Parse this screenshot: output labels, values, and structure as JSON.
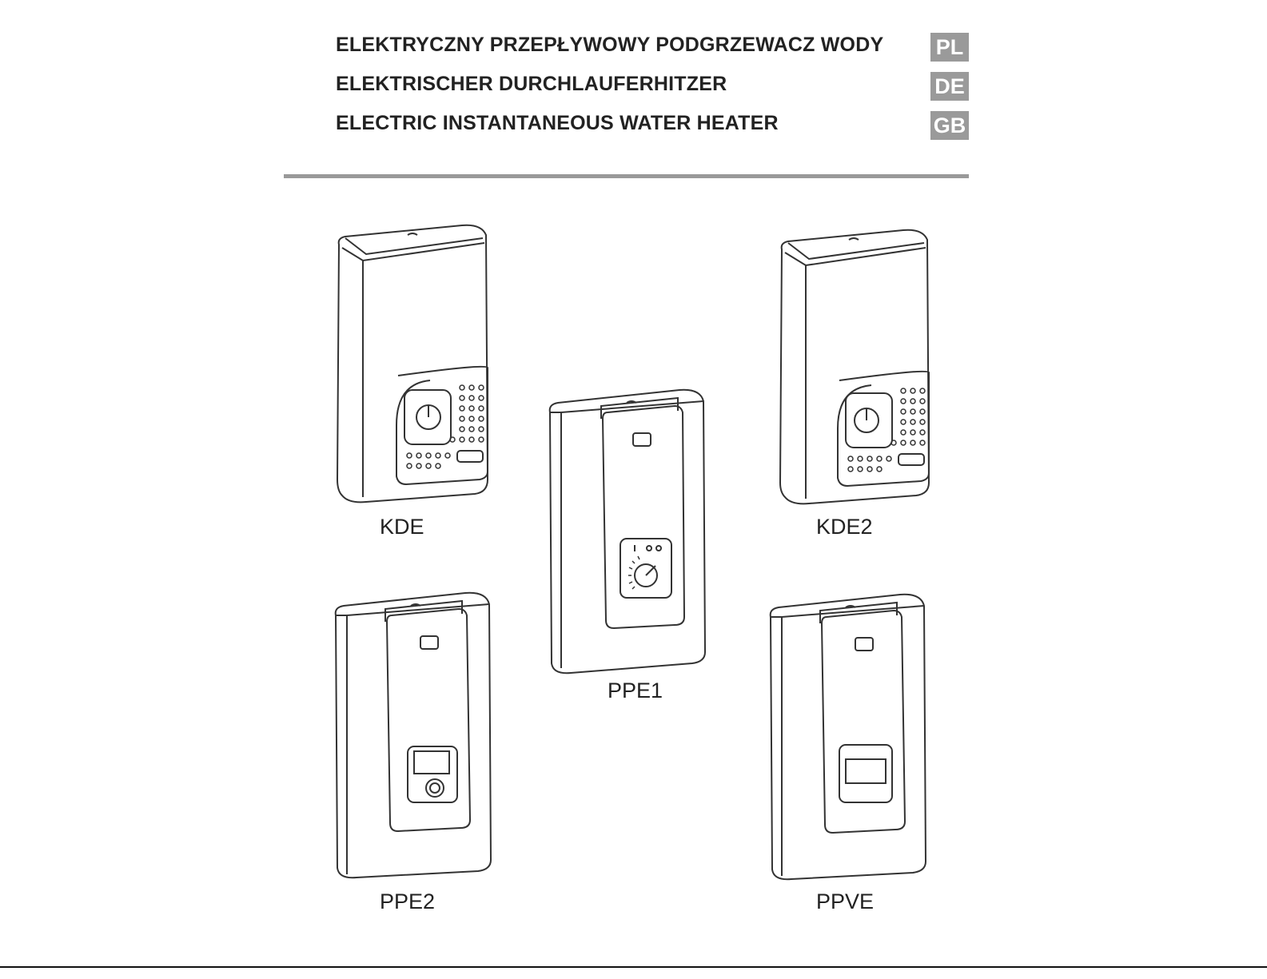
{
  "header": {
    "titles": [
      {
        "text": "ELEKTRYCZNY PRZEPŁYWOWY PODGRZEWACZ WODY",
        "lang": "PL"
      },
      {
        "text": "ELEKTRISCHER DURCHLAUFERHITZER",
        "lang": "DE"
      },
      {
        "text": "ELECTRIC INSTANTANEOUS WATER HEATER",
        "lang": "GB"
      }
    ],
    "badge_color": "#9a9a9a"
  },
  "devices": [
    {
      "model": "KDE",
      "icon": "water-heater-kde-icon"
    },
    {
      "model": "PPE1",
      "icon": "water-heater-ppe1-icon"
    },
    {
      "model": "KDE2",
      "icon": "water-heater-kde2-icon"
    },
    {
      "model": "PPE2",
      "icon": "water-heater-ppe2-icon"
    },
    {
      "model": "PPVE",
      "icon": "water-heater-ppve-icon"
    }
  ]
}
